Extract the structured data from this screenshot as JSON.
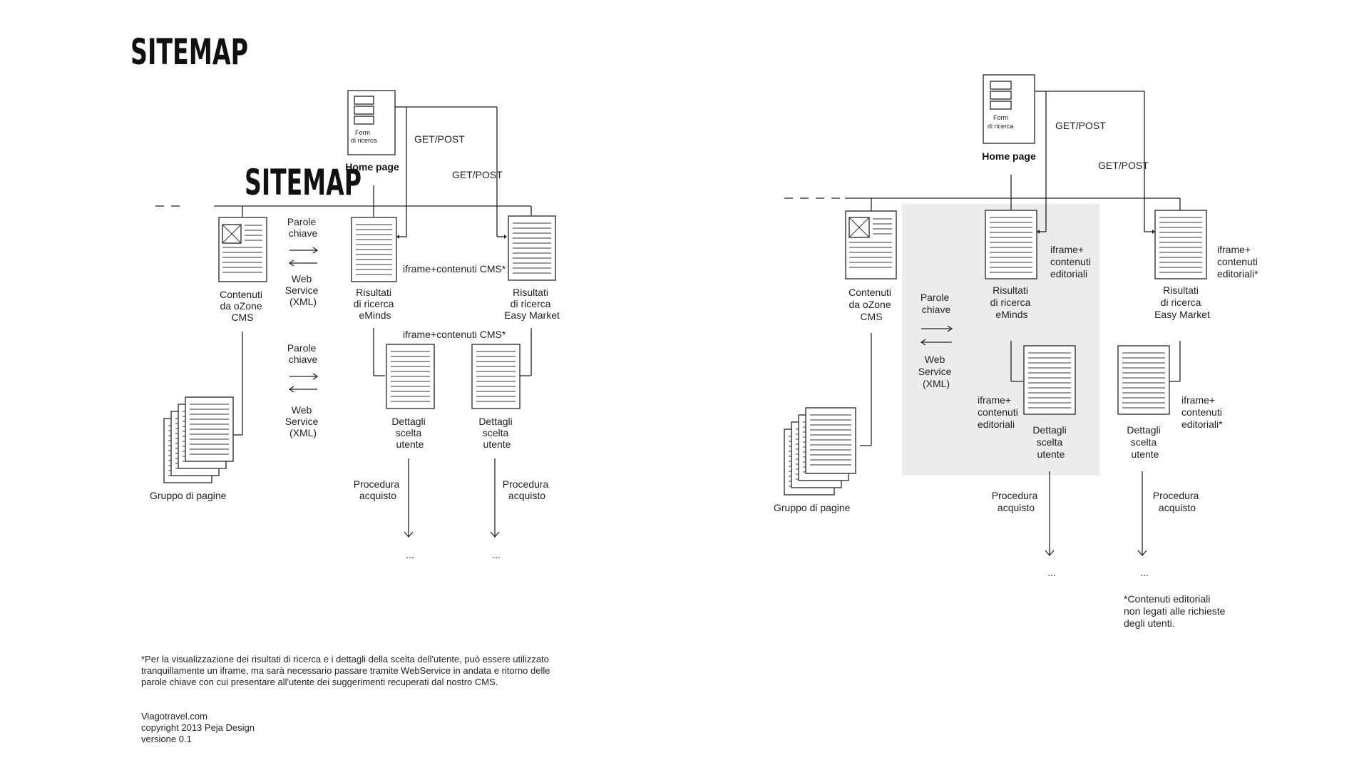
{
  "titles": {
    "main": "SITEMAP",
    "overlay": "SITEMAP"
  },
  "left": {
    "form_label": [
      "Form",
      "di ricerca"
    ],
    "home": "Home page",
    "getpost_1": "GET/POST",
    "getpost_2": "GET/POST",
    "contenuti": [
      "Contenuti",
      "da oZone",
      "CMS"
    ],
    "parole_1": [
      "Parole",
      "chiave"
    ],
    "ws_1": [
      "Web",
      "Service",
      "(XML)"
    ],
    "parole_2": [
      "Parole",
      "chiave"
    ],
    "ws_2": [
      "Web",
      "Service",
      "(XML)"
    ],
    "risultati_em": [
      "Risultati",
      "di ricerca",
      "eMinds"
    ],
    "risultati_easy": [
      "Risultati",
      "di ricerca",
      "Easy Market"
    ],
    "iframe_1": "iframe+contenuti CMS*",
    "iframe_2": "iframe+contenuti CMS*",
    "dettagli_1": [
      "Dettagli",
      "scelta",
      "utente"
    ],
    "dettagli_2": [
      "Dettagli",
      "scelta",
      "utente"
    ],
    "gruppo": "Gruppo di pagine",
    "proc_1": [
      "Procedura",
      "acquisto"
    ],
    "proc_2": [
      "Procedura",
      "acquisto"
    ],
    "ellipsis_1": "...",
    "ellipsis_2": "...",
    "footnote": [
      "*Per la visualizzazione dei risultati di ricerca e i dettagli della scelta dell'utente, può essere utilizzato",
      "tranquillamente un iframe, ma sarà necessario passare tramite WebService in andata e ritorno delle",
      "parole chiave con cui presentare all'utente dei suggerimenti recuperati dal nostro CMS."
    ],
    "credits": [
      "Viagotravel.com",
      "copyright 2013 Peja Design",
      "versione 0.1"
    ]
  },
  "right": {
    "form_label": [
      "Form",
      "di ricerca"
    ],
    "home": "Home page",
    "getpost_1": "GET/POST",
    "getpost_2": "GET/POST",
    "contenuti": [
      "Contenuti",
      "da oZone",
      "CMS"
    ],
    "parole": [
      "Parole",
      "chiave"
    ],
    "ws": [
      "Web",
      "Service",
      "(XML)"
    ],
    "risultati_em": [
      "Risultati",
      "di ricerca",
      "eMinds"
    ],
    "iframe_em": [
      "iframe+",
      "contenuti",
      "editoriali"
    ],
    "risultati_easy": [
      "Risultati",
      "di ricerca",
      "Easy Market"
    ],
    "iframe_easy": [
      "iframe+",
      "contenuti",
      "editoriali*"
    ],
    "iframe_det_1": [
      "iframe+",
      "contenuti",
      "editoriali"
    ],
    "dettagli_1": [
      "Dettagli",
      "scelta",
      "utente"
    ],
    "dettagli_2": [
      "Dettagli",
      "scelta",
      "utente"
    ],
    "iframe_det_2": [
      "iframe+",
      "contenuti",
      "editoriali*"
    ],
    "gruppo": "Gruppo di pagine",
    "proc_1": [
      "Procedura",
      "acquisto"
    ],
    "proc_2": [
      "Procedura",
      "acquisto"
    ],
    "ellipsis_1": "...",
    "ellipsis_2": "...",
    "note": [
      "*Contenuti editoriali",
      "non legati alle richieste",
      "degli utenti."
    ]
  }
}
